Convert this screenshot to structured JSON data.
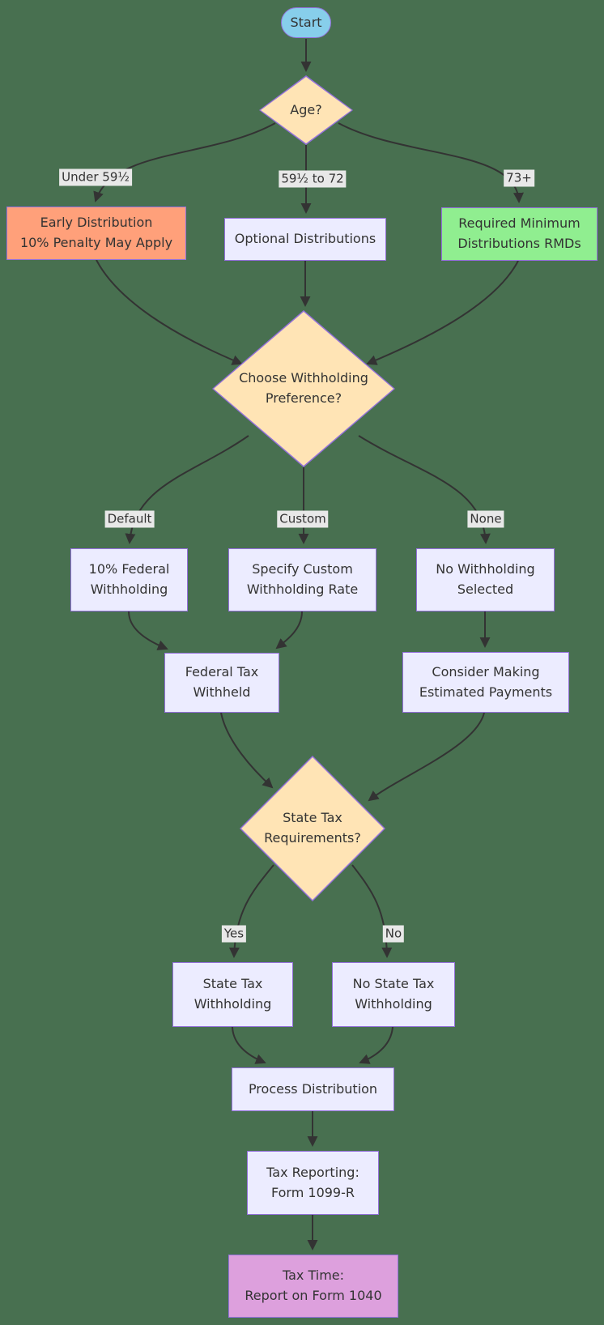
{
  "colors": {
    "background": "#487050",
    "node_fill": "#ECECFF",
    "node_border": "#9370DB",
    "start_fill": "#87CEEB",
    "decision_fill": "#FFE4B5",
    "early_distribution_fill": "#FFA07A",
    "rmd_fill": "#90EE90",
    "tax_time_fill": "#DDA0DD",
    "edge_label_bg": "#E8E8E8",
    "edge_color": "#333333",
    "text_color": "#333333"
  },
  "nodes": {
    "start": {
      "lines": [
        "Start"
      ]
    },
    "age": {
      "lines": [
        "Age?"
      ]
    },
    "early": {
      "lines": [
        "Early Distribution",
        "10% Penalty May Apply"
      ]
    },
    "optional": {
      "lines": [
        "Optional Distributions"
      ]
    },
    "rmd": {
      "lines": [
        "Required Minimum",
        "Distributions RMDs"
      ]
    },
    "choose": {
      "lines": [
        "Choose Withholding",
        "Preference?"
      ]
    },
    "fed10": {
      "lines": [
        "10% Federal",
        "Withholding"
      ]
    },
    "custom_rate": {
      "lines": [
        "Specify Custom",
        "Withholding Rate"
      ]
    },
    "no_withholding": {
      "lines": [
        "No Withholding",
        "Selected"
      ]
    },
    "federal_tax": {
      "lines": [
        "Federal Tax",
        "Withheld"
      ]
    },
    "estimated": {
      "lines": [
        "Consider Making",
        "Estimated Payments"
      ]
    },
    "state_req": {
      "lines": [
        "State Tax",
        "Requirements?"
      ]
    },
    "state_withholding": {
      "lines": [
        "State Tax",
        "Withholding"
      ]
    },
    "no_state_withholding": {
      "lines": [
        "No State Tax",
        "Withholding"
      ]
    },
    "process": {
      "lines": [
        "Process Distribution"
      ]
    },
    "reporting": {
      "lines": [
        "Tax Reporting:",
        "Form 1099-R"
      ]
    },
    "tax_time": {
      "lines": [
        "Tax Time:",
        "Report on Form 1040"
      ]
    }
  },
  "edge_labels": {
    "under_59half": "Under 59½",
    "from_59half_to_72": "59½ to 72",
    "over_73": "73+",
    "default": "Default",
    "custom": "Custom",
    "none": "None",
    "yes": "Yes",
    "no": "No"
  }
}
